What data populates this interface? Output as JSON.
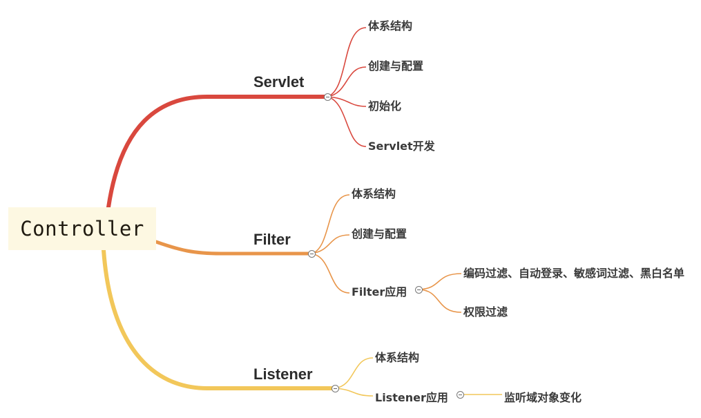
{
  "root": {
    "label": "Controller"
  },
  "servlet": {
    "label": "Servlet",
    "color": "#d9483e",
    "children": [
      "体系结构",
      "创建与配置",
      "初始化",
      "Servlet开发"
    ]
  },
  "filter": {
    "label": "Filter",
    "color": "#e8954a",
    "children": [
      "体系结构",
      "创建与配置",
      "Filter应用"
    ],
    "app_children": [
      "编码过滤、自动登录、敏感词过滤、黑白名单",
      "权限过滤"
    ]
  },
  "listener": {
    "label": "Listener",
    "color": "#f2c75a",
    "children": [
      "体系结构",
      "Listener应用"
    ],
    "app_children": [
      "监听域对象变化"
    ]
  }
}
